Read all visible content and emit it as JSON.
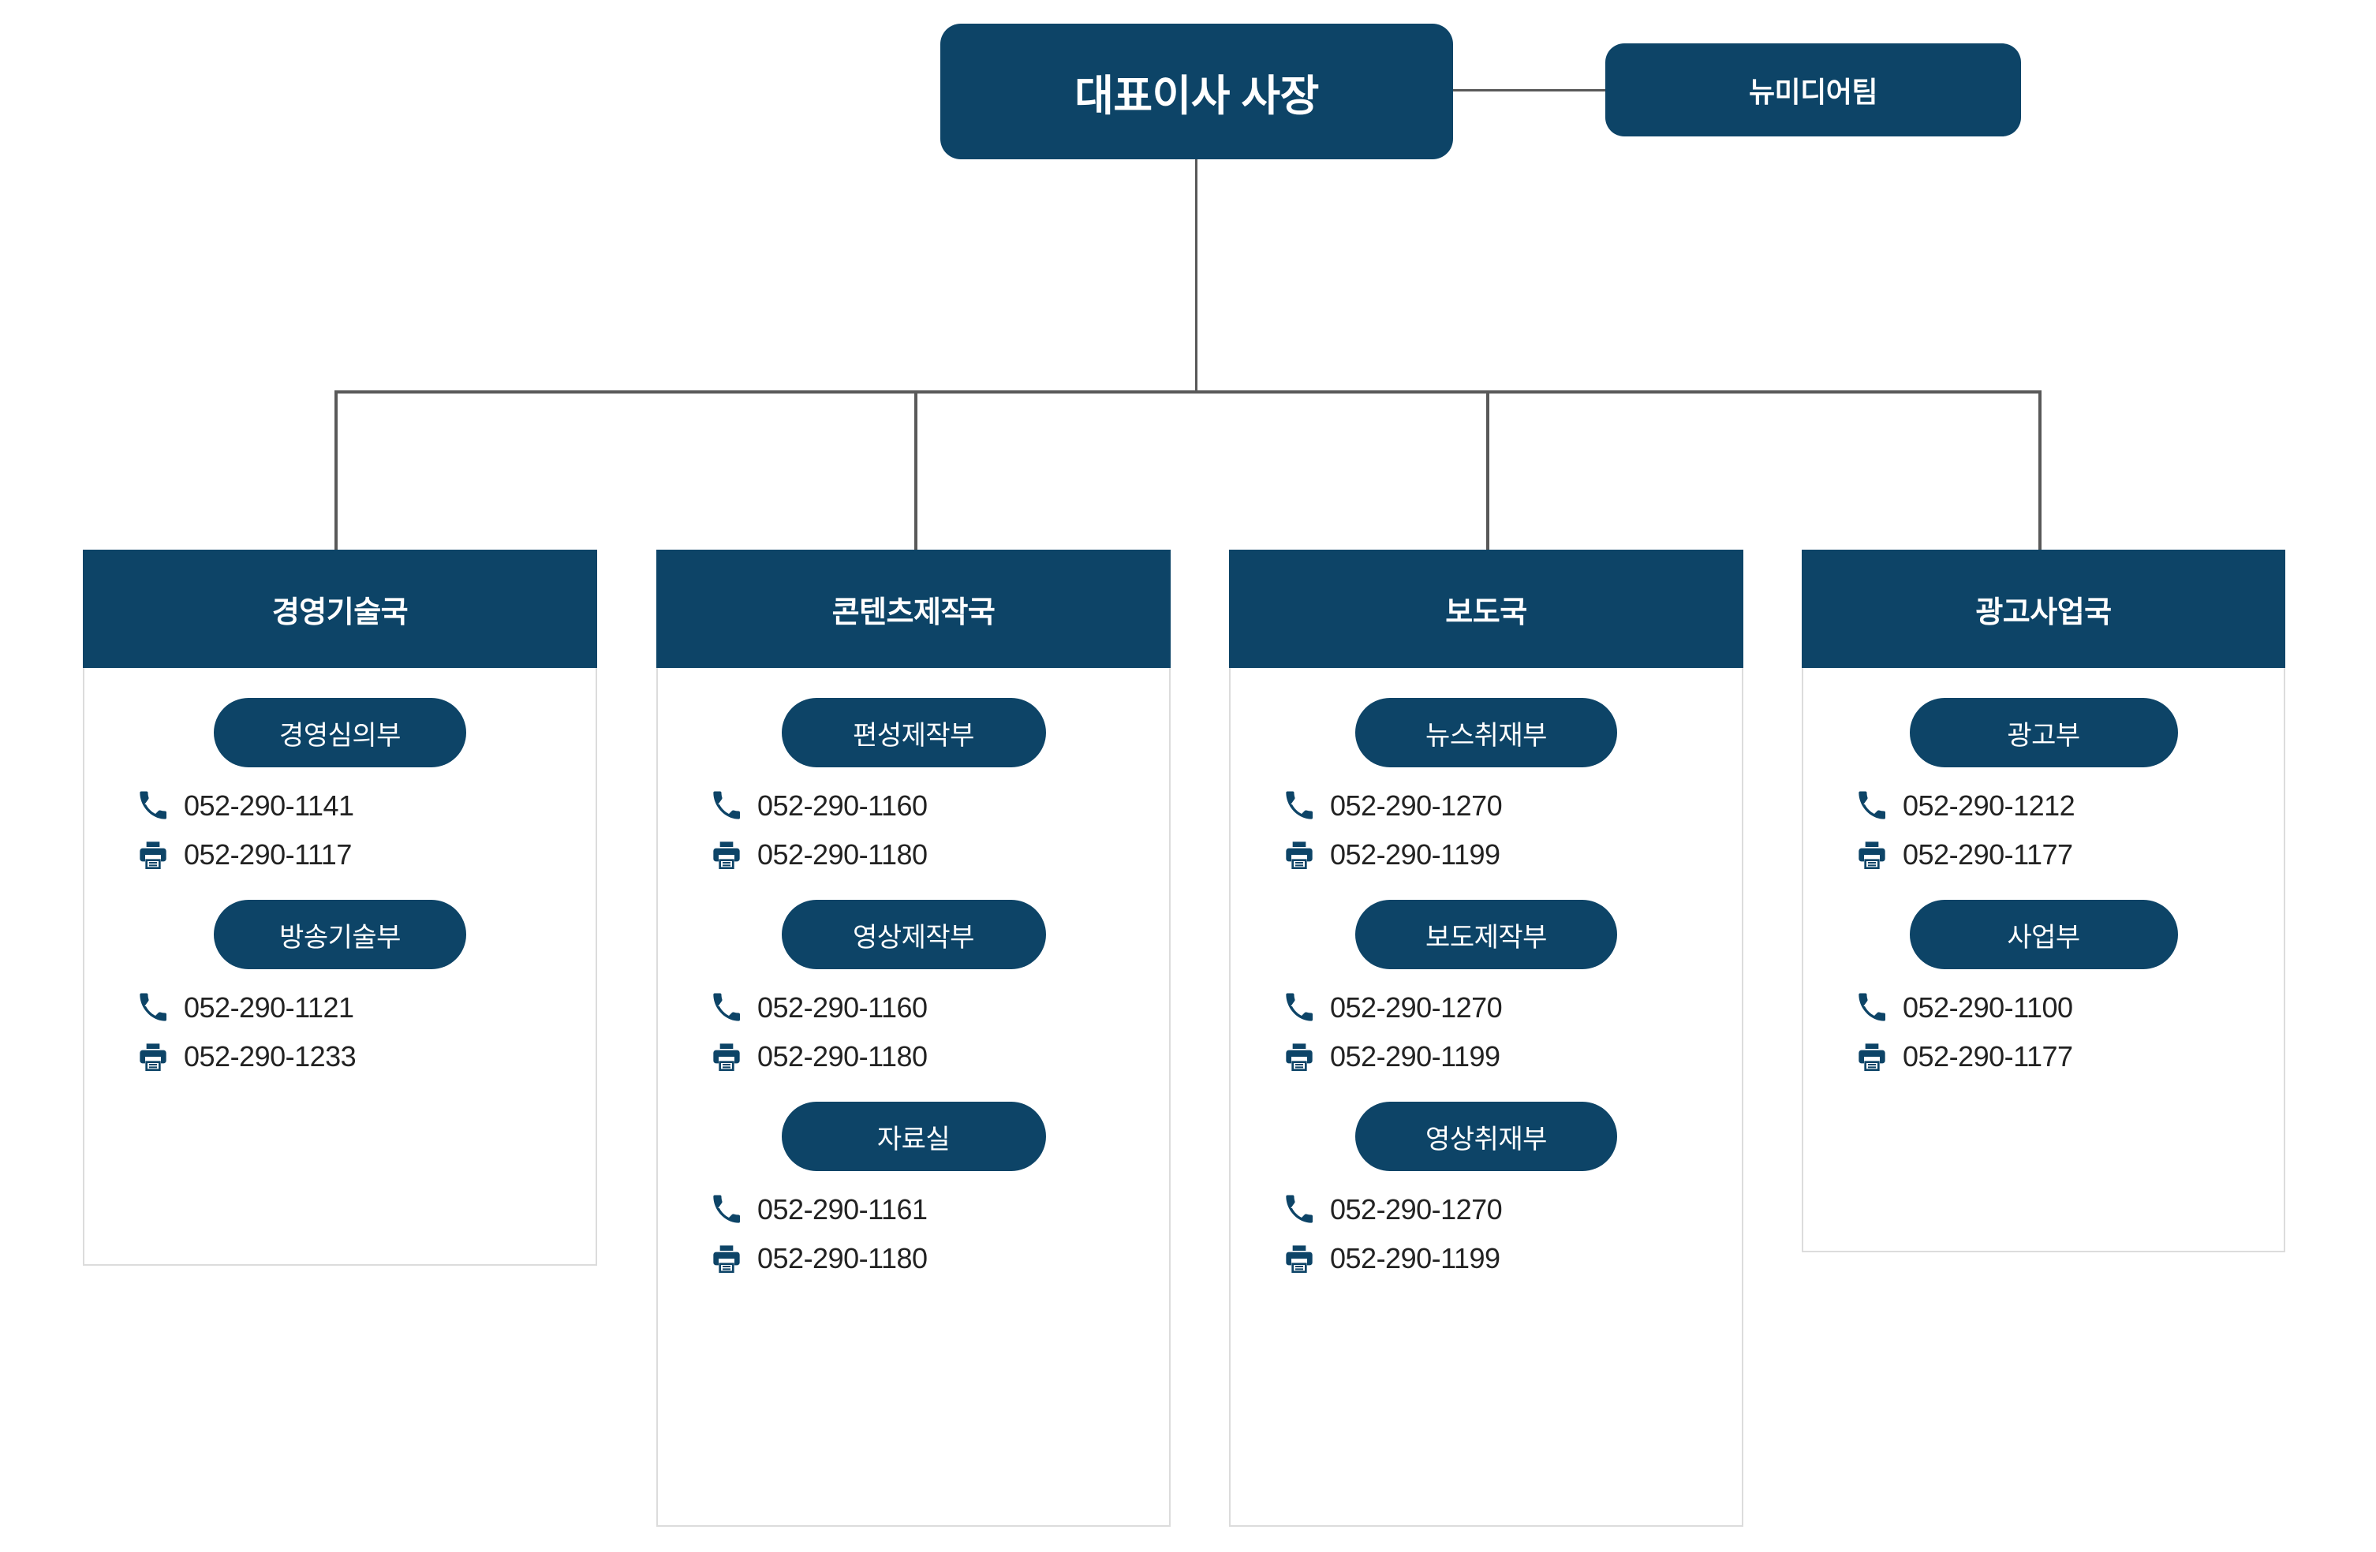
{
  "colors": {
    "navy": "#0d4467",
    "connector": "#595959",
    "card_border": "#dcdcdc",
    "text": "#222222",
    "on_navy": "#ffffff"
  },
  "top": {
    "ceo": "대표이사 사장",
    "staff_team": "뉴미디어팀"
  },
  "icons": {
    "phone": "phone-icon",
    "fax": "fax-icon"
  },
  "departments": [
    {
      "name": "경영기술국",
      "teams": [
        {
          "name": "경영심의부",
          "tel": "052-290-1141",
          "fax": "052-290-1117"
        },
        {
          "name": "방송기술부",
          "tel": "052-290-1121",
          "fax": "052-290-1233"
        }
      ]
    },
    {
      "name": "콘텐츠제작국",
      "teams": [
        {
          "name": "편성제작부",
          "tel": "052-290-1160",
          "fax": "052-290-1180"
        },
        {
          "name": "영상제작부",
          "tel": "052-290-1160",
          "fax": "052-290-1180"
        },
        {
          "name": "자료실",
          "tel": "052-290-1161",
          "fax": "052-290-1180"
        }
      ]
    },
    {
      "name": "보도국",
      "teams": [
        {
          "name": "뉴스취재부",
          "tel": "052-290-1270",
          "fax": "052-290-1199"
        },
        {
          "name": "보도제작부",
          "tel": "052-290-1270",
          "fax": "052-290-1199"
        },
        {
          "name": "영상취재부",
          "tel": "052-290-1270",
          "fax": "052-290-1199"
        }
      ]
    },
    {
      "name": "광고사업국",
      "teams": [
        {
          "name": "광고부",
          "tel": "052-290-1212",
          "fax": "052-290-1177"
        },
        {
          "name": "사업부",
          "tel": "052-290-1100",
          "fax": "052-290-1177"
        }
      ]
    }
  ]
}
